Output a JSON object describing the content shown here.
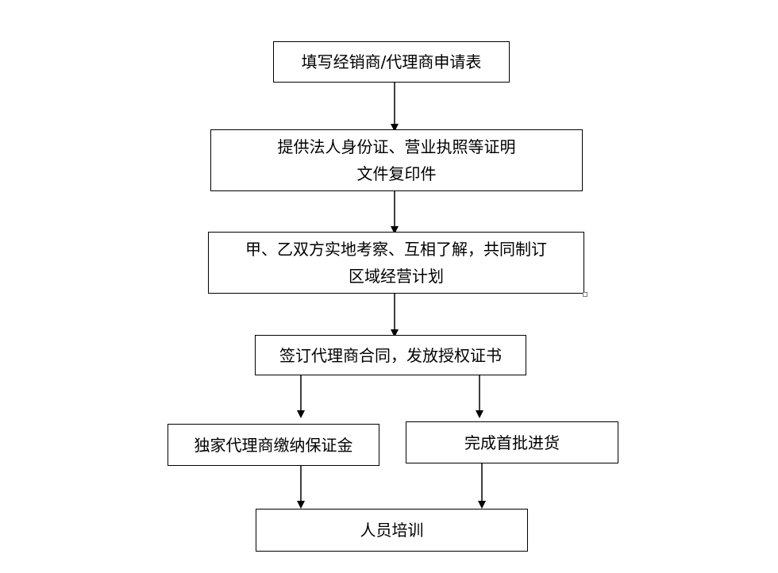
{
  "flowchart": {
    "step1": {
      "lines": [
        "填写经销商/代理商申请表"
      ]
    },
    "step2": {
      "lines": [
        "提供法人身份证、营业执照等证明",
        "文件复印件"
      ]
    },
    "step3": {
      "lines": [
        "甲、乙双方实地考察、互相了解，共同制订",
        "区域经营计划"
      ]
    },
    "step4": {
      "lines": [
        "签订代理商合同，发放授权证书"
      ]
    },
    "step5a": {
      "lines": [
        "独家代理商缴纳保证金"
      ]
    },
    "step5b": {
      "lines": [
        "完成首批进货"
      ]
    },
    "step6": {
      "lines": [
        "人员培训"
      ]
    }
  }
}
